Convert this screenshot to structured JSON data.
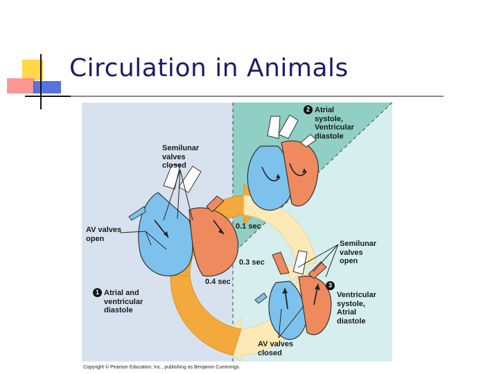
{
  "slide": {
    "title": "Circulation in Animals"
  },
  "figure": {
    "phases": [
      {
        "number": "1",
        "label": "Atrial and\nventricular\ndiastole"
      },
      {
        "number": "2",
        "label": "Atrial\nsystole,\nVentricular\ndiastole"
      },
      {
        "number": "3",
        "label": "Ventricular\nsystole,\nAtrial\ndiastole"
      }
    ],
    "times": {
      "t1": "0.1 sec",
      "t2": "0.3 sec",
      "t3": "0.4 sec"
    },
    "callouts": {
      "semilunar_closed": "Semilunar\nvalves\nclosed",
      "av_open": "AV valves\nopen",
      "semilunar_open": "Semilunar\nvalves\nopen",
      "av_closed": "AV valves\nclosed"
    },
    "copyright": "Copyright © Pearson Education, Inc., publishing as Benjamin Cummings."
  },
  "colors": {
    "title": "#1b1b6b",
    "left_panel": "#d7e2ee",
    "right_panel": "#d6eeee",
    "teal_corner": "#8fcfc4",
    "orange_arrow": "#f4a93c",
    "pale_arrow": "#fbe9b6",
    "blood_blue": "#7dc2ec",
    "blood_red": "#ef8a5e",
    "deco_yellow": "#ffd84a",
    "deco_red": "#ff7a7a",
    "deco_blue": "#3b5bdb"
  }
}
